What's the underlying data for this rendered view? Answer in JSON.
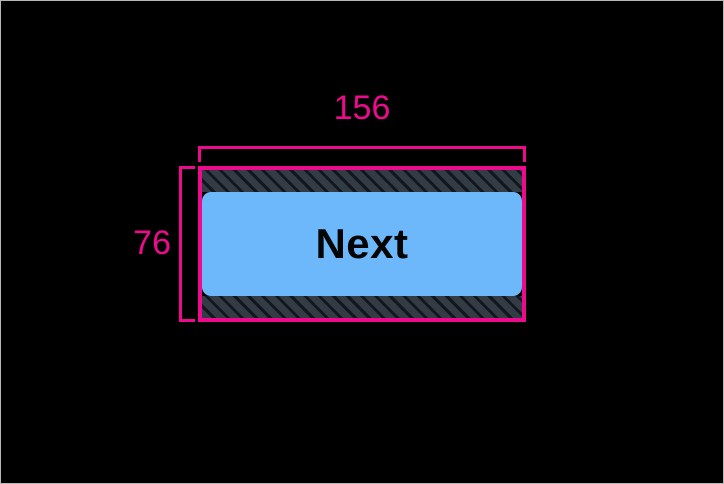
{
  "overlay": {
    "background_color": "#000000",
    "canvas_border_color": "#b8b8b8",
    "accent_color": "#ec0a8d"
  },
  "measurements": {
    "width": {
      "label": "156",
      "name": "width",
      "unit": "px",
      "color": "#ec0a8d"
    },
    "height": {
      "label": "76",
      "name": "height",
      "unit": "px",
      "color": "#ec0a8d"
    }
  },
  "element": {
    "type": "button",
    "label": "Next",
    "background_color": "#6cb8fb",
    "text_color": "#050505",
    "spacing_band_color": "#333b45"
  }
}
